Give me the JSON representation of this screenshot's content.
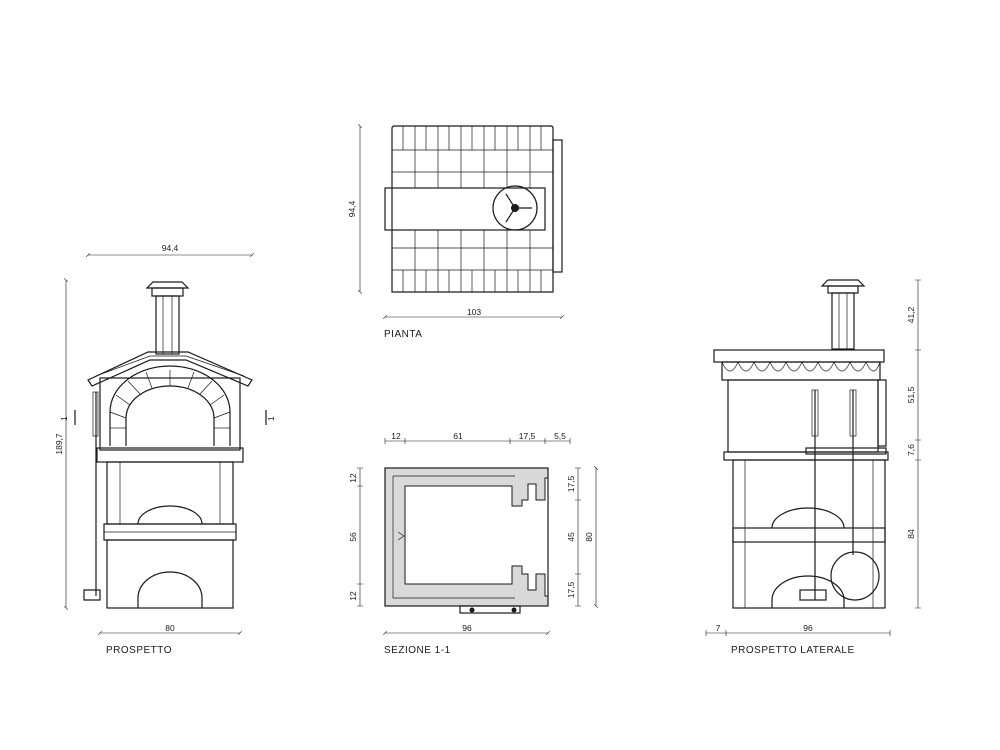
{
  "views": {
    "front": {
      "title": "PROSPETTO",
      "dim_width_top": "94,4",
      "dim_width_base": "80",
      "dim_height": "189,7",
      "section_mark_left": "1",
      "section_mark_right": "1"
    },
    "plan": {
      "title": "PIANTA",
      "dim_depth": "94,4",
      "dim_width": "103"
    },
    "section": {
      "title": "SEZIONE 1-1",
      "dim_top": [
        "12",
        "61",
        "17,5",
        "5,5"
      ],
      "dim_left": [
        "12",
        "56",
        "12"
      ],
      "dim_right": [
        "17,5",
        "45",
        "17,5"
      ],
      "dim_right_total": "80",
      "dim_bottom": "96"
    },
    "side": {
      "title": "PROSPETTO LATERALE",
      "dim_bottom_small": "7",
      "dim_bottom": "96",
      "dim_right": [
        "41,2",
        "51,5",
        "7,6",
        "84"
      ]
    }
  }
}
